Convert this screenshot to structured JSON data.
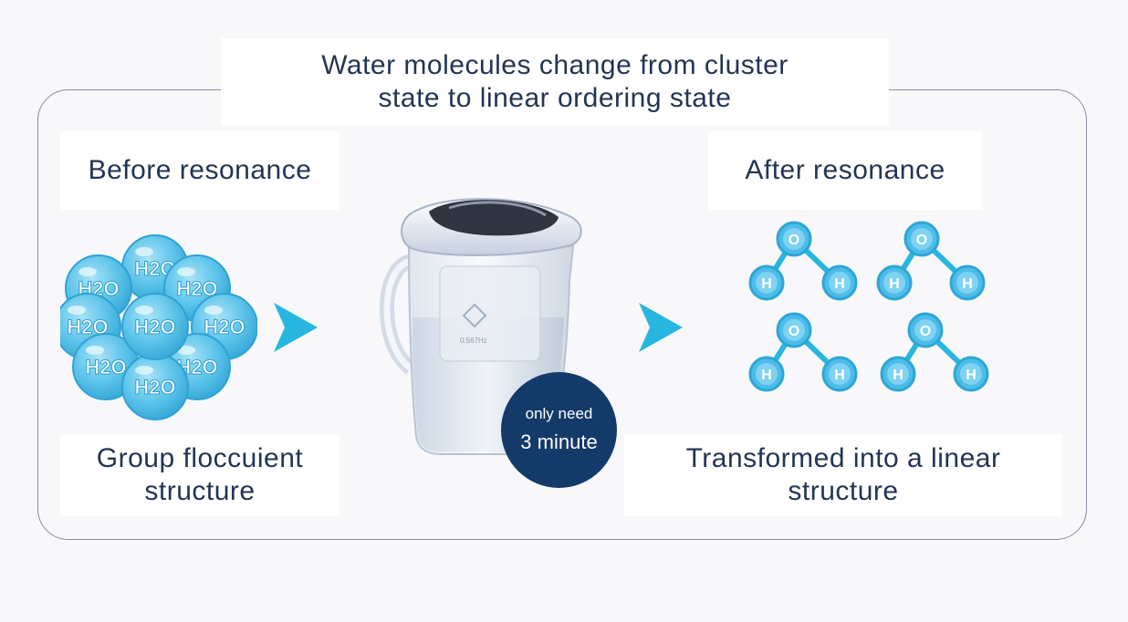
{
  "title": {
    "line1": "Water molecules change from cluster",
    "line2": "state to linear ordering state"
  },
  "before": {
    "heading": "Before resonance",
    "caption_line1": "Group floccuient",
    "caption_line2": "structure",
    "molecule_text": "H2O"
  },
  "after": {
    "heading": "After resonance",
    "caption_line1": "Transformed into a linear",
    "caption_line2": "structure"
  },
  "badge": {
    "line1": "only need",
    "line2": "3 minute"
  },
  "pitcher_marking": "0.567Hz",
  "colors": {
    "accent": "#27b6e0",
    "bubble": "#58c3ea",
    "text": "#233554",
    "badge": "#133a69",
    "frame": "#8a8aa8"
  }
}
